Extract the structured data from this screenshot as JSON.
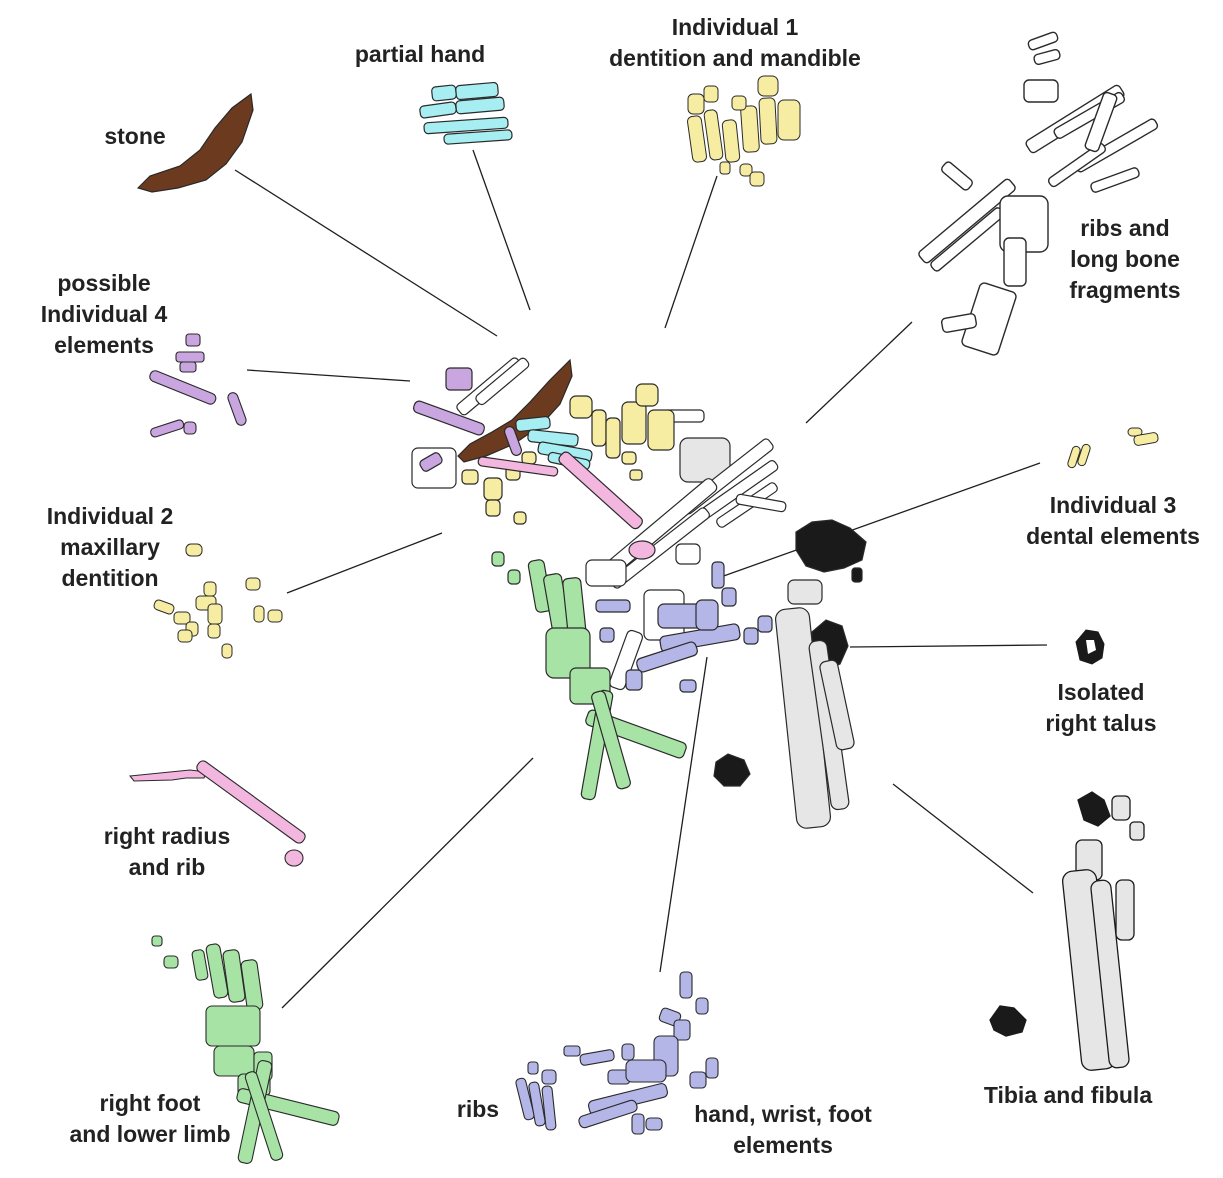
{
  "colors": {
    "stone": "#6b3a1f",
    "partial_hand": "#a6eef2",
    "individual_1": "#f6eca2",
    "individual_2": "#f6eca2",
    "individual_3": "#f6eca2",
    "individual_4": "#c9a6e0",
    "right_radius_rib": "#f3b7df",
    "right_foot": "#a8e3a6",
    "hand_wrist_foot": "#b4b6e8",
    "ribs_long_bone": "#ffffff",
    "tibia_fibula": "#e6e6e6",
    "talus": "#1a1a1a",
    "outline": "#2a2a2a",
    "leader": "#1f1f1f",
    "text": "#222222"
  },
  "labels": {
    "stone": [
      "stone"
    ],
    "partial_hand": [
      "partial hand"
    ],
    "individual_1": [
      "Individual 1",
      "dentition and mandible"
    ],
    "ribs_long_bone": [
      "ribs and",
      "long bone",
      "fragments"
    ],
    "individual_4": [
      "possible",
      "Individual 4",
      "elements"
    ],
    "individual_2": [
      "Individual 2",
      "maxillary",
      "dentition"
    ],
    "individual_3": [
      "Individual 3",
      "dental elements"
    ],
    "talus": [
      "Isolated",
      "right talus"
    ],
    "right_radius": [
      "right radius",
      "and rib"
    ],
    "right_foot": [
      "right foot",
      "and lower limb"
    ],
    "ribs": [
      "ribs"
    ],
    "hand_wrist_foot": [
      "hand, wrist, foot",
      "elements"
    ],
    "tibia_fibula": [
      "Tibia and fibula"
    ]
  }
}
